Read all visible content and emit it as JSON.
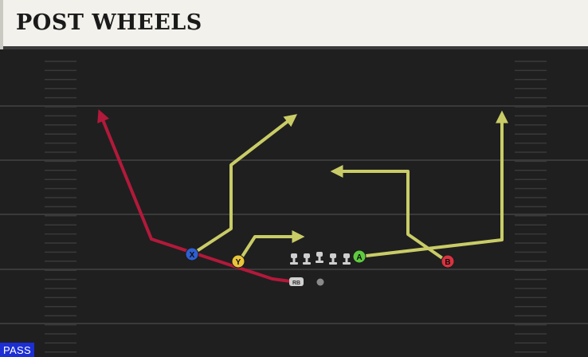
{
  "play": {
    "name": "POST WHEELS",
    "type_badge": "PASS"
  },
  "colors": {
    "field": "#1f1f20",
    "yard_line": "#3a3a3b",
    "route_primary": "#c9cc66",
    "route_red": "#b3193a",
    "player_x": "#2f5fd1",
    "player_y": "#e8c53a",
    "player_a": "#5ecb3f",
    "player_b": "#d9323f",
    "lineman": "#cfcfcf",
    "badge": "#1c2fd4"
  },
  "players": [
    {
      "id": "X",
      "label": "X",
      "color": "#2f5fd1"
    },
    {
      "id": "Y",
      "label": "Y",
      "color": "#e8c53a"
    },
    {
      "id": "A",
      "label": "A",
      "color": "#5ecb3f"
    },
    {
      "id": "B",
      "label": "B",
      "color": "#d9323f"
    },
    {
      "id": "RB",
      "label": "RB",
      "color": "#cfcfcf"
    },
    {
      "id": "QB",
      "label": "",
      "color": "#8a8a8a"
    }
  ],
  "linemen_count": 5
}
